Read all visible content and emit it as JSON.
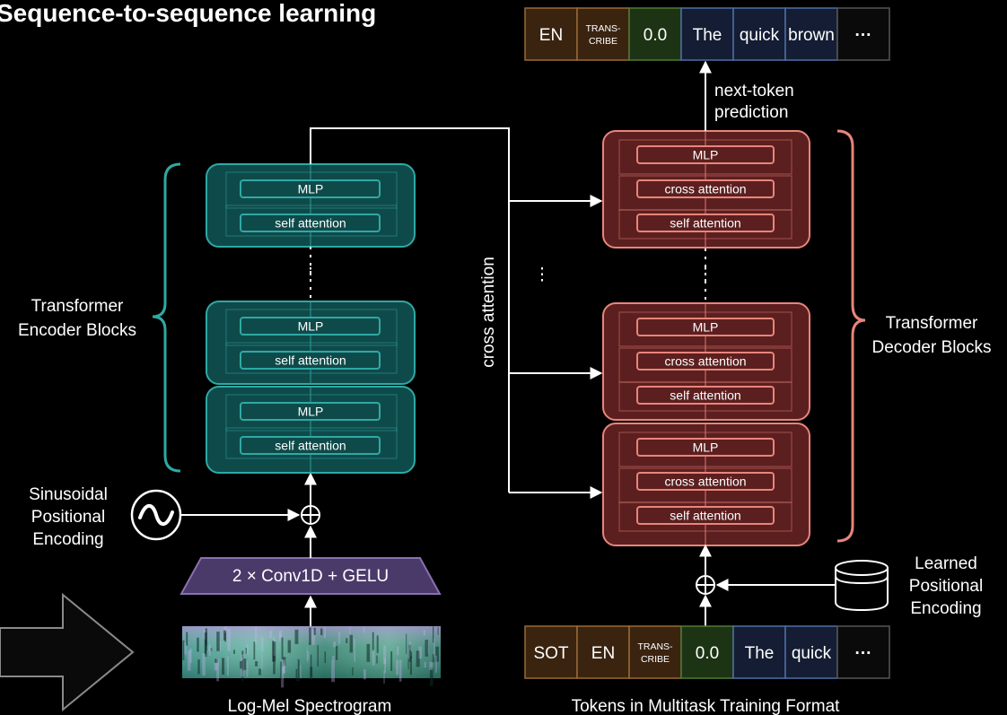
{
  "title": "Sequence-to-sequence learning",
  "encoder": {
    "label_line1": "Transformer",
    "label_line2": "Encoder Blocks",
    "mlp_label": "MLP",
    "attention_label": "self attention",
    "ellipsis": "⋮"
  },
  "decoder": {
    "label_line1": "Transformer",
    "label_line2": "Decoder Blocks",
    "mlp_label": "MLP",
    "cross_label": "cross attention",
    "self_label": "self attention",
    "ellipsis": "⋮"
  },
  "cross_attention_label": "cross attention",
  "middle_ellipsis": "⋮",
  "next_token": {
    "line1": "next-token",
    "line2": "prediction"
  },
  "sinusoidal": {
    "line1": "Sinusoidal",
    "line2": "Positional",
    "line3": "Encoding"
  },
  "learned": {
    "line1": "Learned",
    "line2": "Positional",
    "line3": "Encoding"
  },
  "conv_label": "2 × Conv1D + GELU",
  "spectrogram_label": "Log-Mel Spectrogram",
  "tokens_caption": "Tokens in Multitask Training Format",
  "output_tokens": [
    {
      "text": "EN",
      "kind": "lang"
    },
    {
      "text": "TRANS-|CRIBE",
      "kind": "task"
    },
    {
      "text": "0.0",
      "kind": "time"
    },
    {
      "text": "The",
      "kind": "text"
    },
    {
      "text": "quick",
      "kind": "text"
    },
    {
      "text": "brown",
      "kind": "text"
    },
    {
      "text": "···",
      "kind": "more"
    }
  ],
  "input_tokens": [
    {
      "text": "SOT",
      "kind": "special"
    },
    {
      "text": "EN",
      "kind": "lang"
    },
    {
      "text": "TRANS-|CRIBE",
      "kind": "task"
    },
    {
      "text": "0.0",
      "kind": "time"
    },
    {
      "text": "The",
      "kind": "text"
    },
    {
      "text": "quick",
      "kind": "text"
    },
    {
      "text": "···",
      "kind": "more"
    }
  ],
  "colors": {
    "encoder_stroke": "#2fa9a4",
    "encoder_fill": "#0f4a4a",
    "decoder_stroke": "#e8857c",
    "decoder_fill": "#5c1f1f",
    "conv_fill": "#4a3a6a",
    "conv_stroke": "#8a70b0",
    "token_lang_fill": "#3a2410",
    "token_lang_stroke": "#9a6a34",
    "token_time_fill": "#1d3414",
    "token_time_stroke": "#4f7a38",
    "token_text_fill": "#141d33",
    "token_text_stroke": "#4f6fa8",
    "token_more_fill": "#0a0a0a",
    "token_more_stroke": "#555555"
  }
}
